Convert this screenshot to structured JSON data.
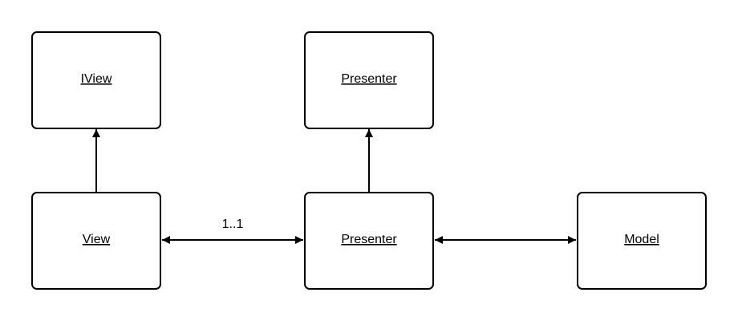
{
  "diagram": {
    "nodes": {
      "iview": {
        "label": "IView"
      },
      "presenter_top": {
        "label": "Presenter"
      },
      "view": {
        "label": "View"
      },
      "presenter": {
        "label": "Presenter"
      },
      "model": {
        "label": "Model"
      }
    },
    "edges": {
      "view_to_iview": {
        "type": "generalization",
        "from": "view",
        "to": "iview"
      },
      "presenter_to_presenter_top": {
        "type": "generalization",
        "from": "presenter",
        "to": "presenter_top"
      },
      "view_presenter": {
        "type": "bidirectional",
        "from": "view",
        "to": "presenter",
        "label": "1..1"
      },
      "presenter_model": {
        "type": "bidirectional",
        "from": "presenter",
        "to": "model"
      }
    }
  }
}
